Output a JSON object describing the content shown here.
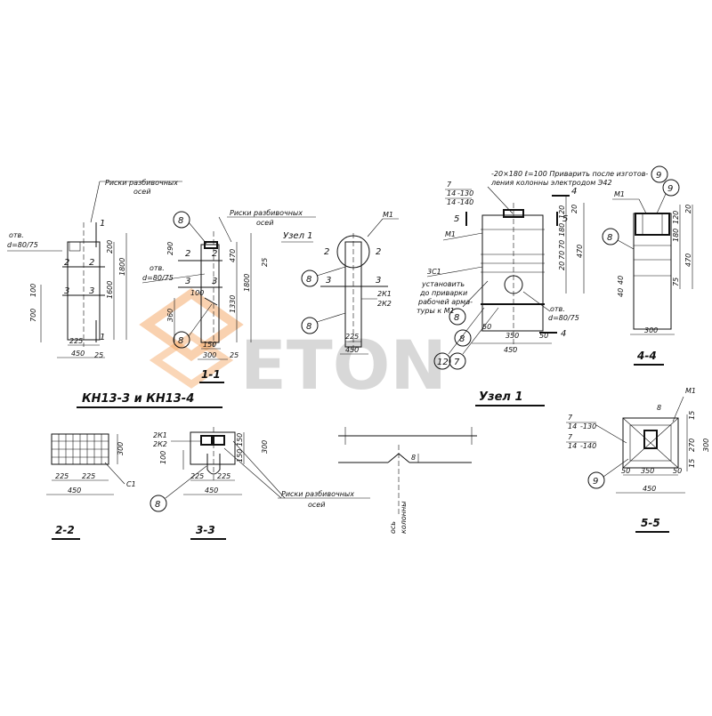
{
  "title_column": "КН13-3 и КН13-4",
  "title_node": "Узел 1",
  "watermark": "ETON",
  "colors": {
    "ink": "#111111",
    "watermark_gray": "#b9b9b9",
    "watermark_orange": "#f4a460"
  },
  "sections": {
    "s11": "1-1",
    "s22": "2-2",
    "s33": "3-3",
    "s44": "4-4",
    "s55": "5-5"
  },
  "notes": {
    "axis_marks_a": "Риски разбивочных",
    "axis_marks_b": "осей",
    "hole_a": "отв.",
    "hole_b": "d=80/75",
    "node1": "Узел 1",
    "weld_a": "-20×180 ℓ=100 Приварить после изготов-",
    "weld_b": "ления колонны электродом Э42",
    "install_a": "установить",
    "install_b": "до приварки",
    "install_c": "рабочей арма-",
    "install_d": "туры к М1",
    "column_axis_a": "ось",
    "column_axis_b": "колонны"
  },
  "marks": {
    "m1": "М1",
    "k1": "2К1",
    "k2": "2К2",
    "s1": "3С1",
    "c1": "С1",
    "n1": "1",
    "n2": "2",
    "n3": "3",
    "n4": "4",
    "n5": "5",
    "n7": "7",
    "n8": "8",
    "n9": "9",
    "n12": "12",
    "f7_130": "7",
    "f14_130": "14",
    "f_130": "-130",
    "f14_140": "14",
    "f_140": "-140",
    "f140": "140",
    "n8p": "8"
  },
  "dims": {
    "d200": "200",
    "d700": "700",
    "d100": "100",
    "d225": "225",
    "d450": "450",
    "d1600": "1600",
    "d1800": "1800",
    "d290": "290",
    "d470": "470",
    "d1330": "1330",
    "d360": "360",
    "d150": "150",
    "d300": "300",
    "d50": "50",
    "d350": "350",
    "d180": "180",
    "d120": "120",
    "d20": "20",
    "d70": "70",
    "d40": "40",
    "d75": "75",
    "d270": "270",
    "d15": "15",
    "d8": "8",
    "d25": "25"
  }
}
